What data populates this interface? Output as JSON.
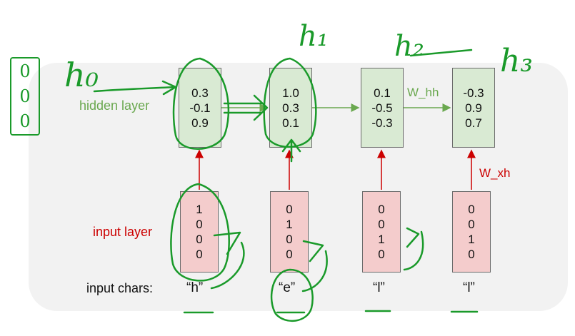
{
  "labels": {
    "hidden_layer": "hidden layer",
    "input_layer": "input layer",
    "input_chars": "input chars:",
    "w_hh": "W_hh",
    "w_xh": "W_xh"
  },
  "hidden": [
    [
      "0.3",
      "-0.1",
      "0.9"
    ],
    [
      "1.0",
      "0.3",
      "0.1"
    ],
    [
      "0.1",
      "-0.5",
      "-0.3"
    ],
    [
      "-0.3",
      "0.9",
      "0.7"
    ]
  ],
  "inputs": [
    [
      "1",
      "0",
      "0",
      "0"
    ],
    [
      "0",
      "1",
      "0",
      "0"
    ],
    [
      "0",
      "0",
      "1",
      "0"
    ],
    [
      "0",
      "0",
      "1",
      "0"
    ]
  ],
  "chars": [
    "“h”",
    "“e”",
    "“l”",
    "“l”"
  ],
  "handwriting": {
    "h0": "h₀",
    "h1": "h₁",
    "h2": "h₂",
    "h3": "h₃",
    "side_vector": [
      "0",
      "0",
      "0"
    ]
  },
  "colors": {
    "hidden_fill": "#d9ead3",
    "input_fill": "#f4cccc",
    "hidden_text": "#6aa84f",
    "input_text": "#cc0000",
    "ink": "#1a9a2a",
    "arrow_green": "#6aa84f",
    "arrow_red": "#cc0000"
  }
}
